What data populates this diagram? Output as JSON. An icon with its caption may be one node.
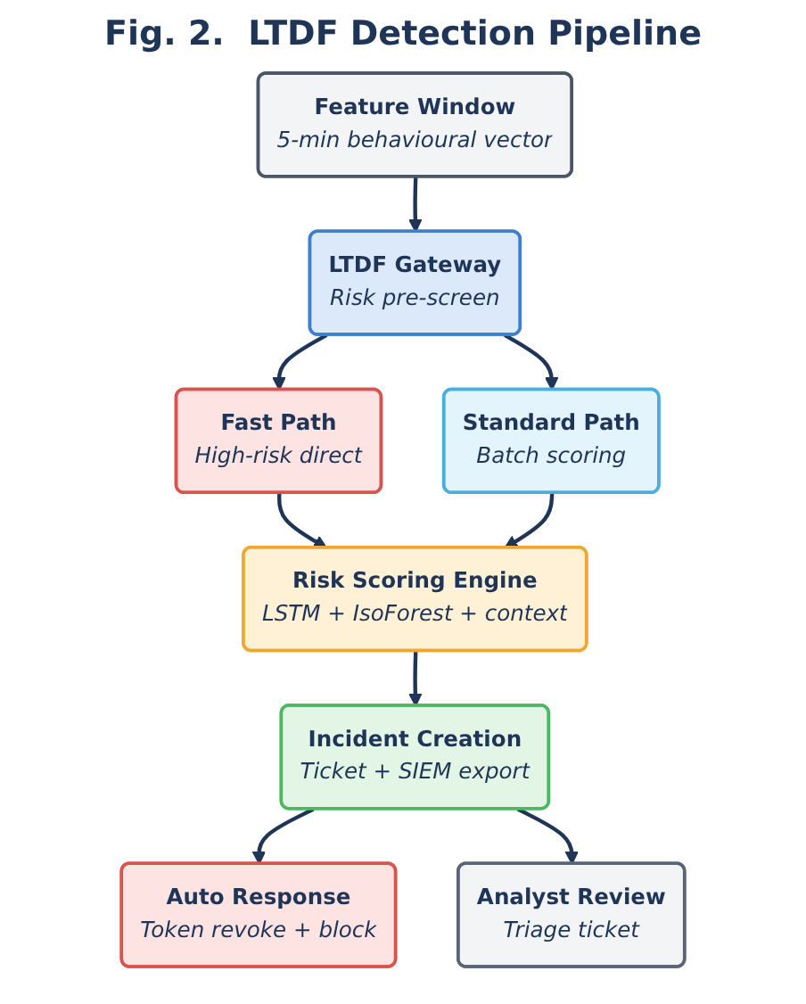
{
  "diagram": {
    "title": "Fig. 2.  LTDF Detection Pipeline",
    "nodes": [
      {
        "text": [
          "Feature Window",
          "5-min behavioural vector"
        ]
      },
      {
        "text": [
          "LTDF Gateway",
          "Risk pre-screen"
        ]
      },
      {
        "text": [
          "Fast Path",
          "High-risk direct"
        ]
      },
      {
        "text": [
          "Standard Path",
          "Batch scoring"
        ]
      },
      {
        "text": [
          "Risk Scoring Engine",
          "LSTM + IsoForest + context"
        ]
      },
      {
        "text": [
          "Incident Creation",
          "Ticket + SIEM export"
        ]
      },
      {
        "text": [
          "Auto Response",
          "Token revoke + block"
        ]
      },
      {
        "text": [
          "Analyst Review",
          "Triage ticket"
        ]
      }
    ],
    "edges": [
      {
        "from": 0,
        "to": 1,
        "arrow": "to"
      },
      {
        "from": 1,
        "to": 2,
        "arrow": "to"
      },
      {
        "from": 1,
        "to": 3,
        "arrow": "to"
      },
      {
        "from": 2,
        "to": 4,
        "arrow": "to"
      },
      {
        "from": 3,
        "to": 4,
        "arrow": "to"
      },
      {
        "from": 4,
        "to": 5,
        "arrow": "to"
      },
      {
        "from": 5,
        "to": 6,
        "arrow": "to"
      },
      {
        "from": 5,
        "to": 7,
        "arrow": "to"
      }
    ]
  }
}
